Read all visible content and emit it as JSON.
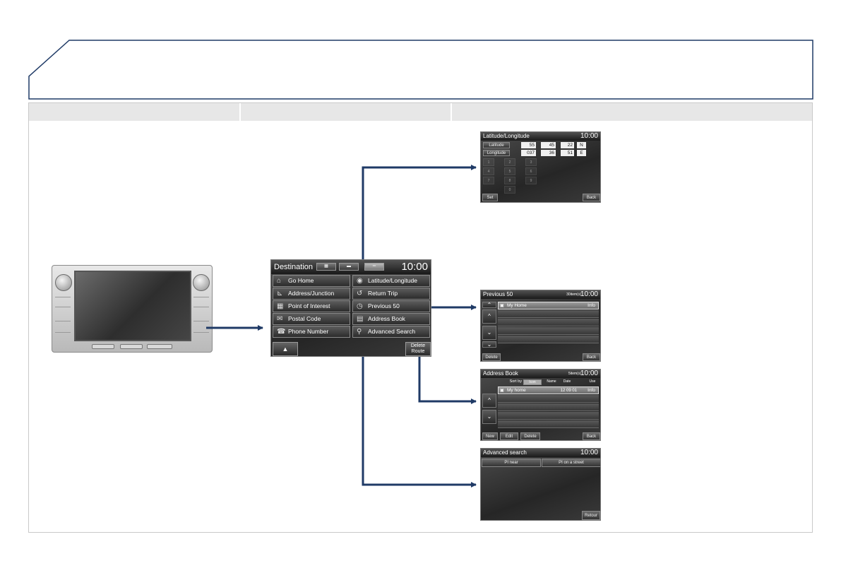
{
  "main_screen": {
    "title": "Destination",
    "clock": "10:00",
    "items_left": [
      "Go Home",
      "Address/Junction",
      "Point of Interest",
      "Postal Code",
      "Phone Number"
    ],
    "items_right": [
      "Latitude/Longitude",
      "Return Trip",
      "Previous 50",
      "Address Book",
      "Advanced Search"
    ],
    "up_label": "▲",
    "delete_route_line1": "Delete",
    "delete_route_line2": "Route"
  },
  "latlong_screen": {
    "title": "Latitude/Longitude",
    "clock": "10:00",
    "latitude_label": "Latitude",
    "longitude_label": "Longitude",
    "lat_values": [
      "55",
      "45",
      "22",
      "N"
    ],
    "lon_values": [
      "037",
      "36",
      "51",
      "E"
    ],
    "keypad": [
      "1",
      "2",
      "3",
      "4",
      "5",
      "6",
      "7",
      "8",
      "9",
      "0"
    ],
    "set_label": "Set",
    "back_label": "Back"
  },
  "previous_screen": {
    "title": "Previous 50",
    "count": "30item(s)",
    "clock": "10:00",
    "row1": "My Home",
    "info_label": "Info",
    "delete_label": "Delete",
    "back_label": "Back"
  },
  "addressbook_screen": {
    "title": "Address Book",
    "count": "5item(s)",
    "clock": "10:00",
    "sort_by": "Sort by",
    "sort_icon": "Icon",
    "sort_name": "Name",
    "sort_date": "Date",
    "use_label": "Use",
    "row1": "My home",
    "row1_date": "12 09 01",
    "info_label": "Info",
    "new_label": "New",
    "edit_label": "Edit",
    "delete_label": "Delete",
    "back_label": "Back"
  },
  "advanced_screen": {
    "title": "Advanced search",
    "clock": "10:00",
    "tab1": "PI near",
    "tab2": "PI on a street",
    "retour_label": "Retour"
  },
  "colors": {
    "arrow": "#1f3a66",
    "frame": "#1f3a66",
    "header_band": "#e7e7e7"
  }
}
